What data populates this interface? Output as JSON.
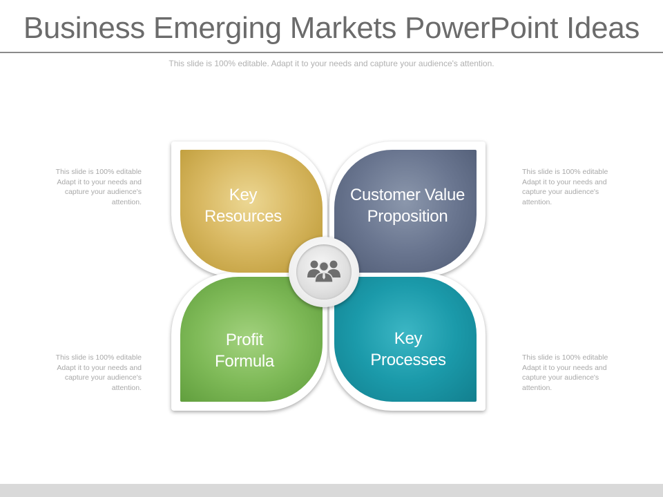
{
  "slide": {
    "title": "Business Emerging Markets PowerPoint Ideas",
    "subtitle": "This slide is 100% editable. Adapt it to your needs and capture your audience's attention."
  },
  "notes": {
    "top_left": "This slide is 100% editable Adapt it to your needs and capture your audience's attention.",
    "bottom_left": "This slide is 100% editable Adapt it to your needs and capture your audience's attention.",
    "top_right": "This slide is 100% editable Adapt it to your needs and capture your audience's attention.",
    "bottom_right": "This slide is 100% editable Adapt it to your needs and capture your audience's attention."
  },
  "petals": {
    "top_left": {
      "line1": "Key",
      "line2": "Resources",
      "color": "#d4b35c"
    },
    "top_right": {
      "line1": "Customer Value",
      "line2": "Proposition",
      "color": "#65718b"
    },
    "bottom_left": {
      "line1": "Profit",
      "line2": "Formula",
      "color": "#7cb656"
    },
    "bottom_right": {
      "line1": "Key",
      "line2": "Processes",
      "color": "#1d9cac"
    }
  },
  "hub": {
    "icon": "people-group-icon",
    "icon_color": "#6e6e6e"
  },
  "colors": {
    "title": "#6b6b6b",
    "note_text": "#a8a8a8",
    "footer_bar": "#d9d9d9"
  }
}
